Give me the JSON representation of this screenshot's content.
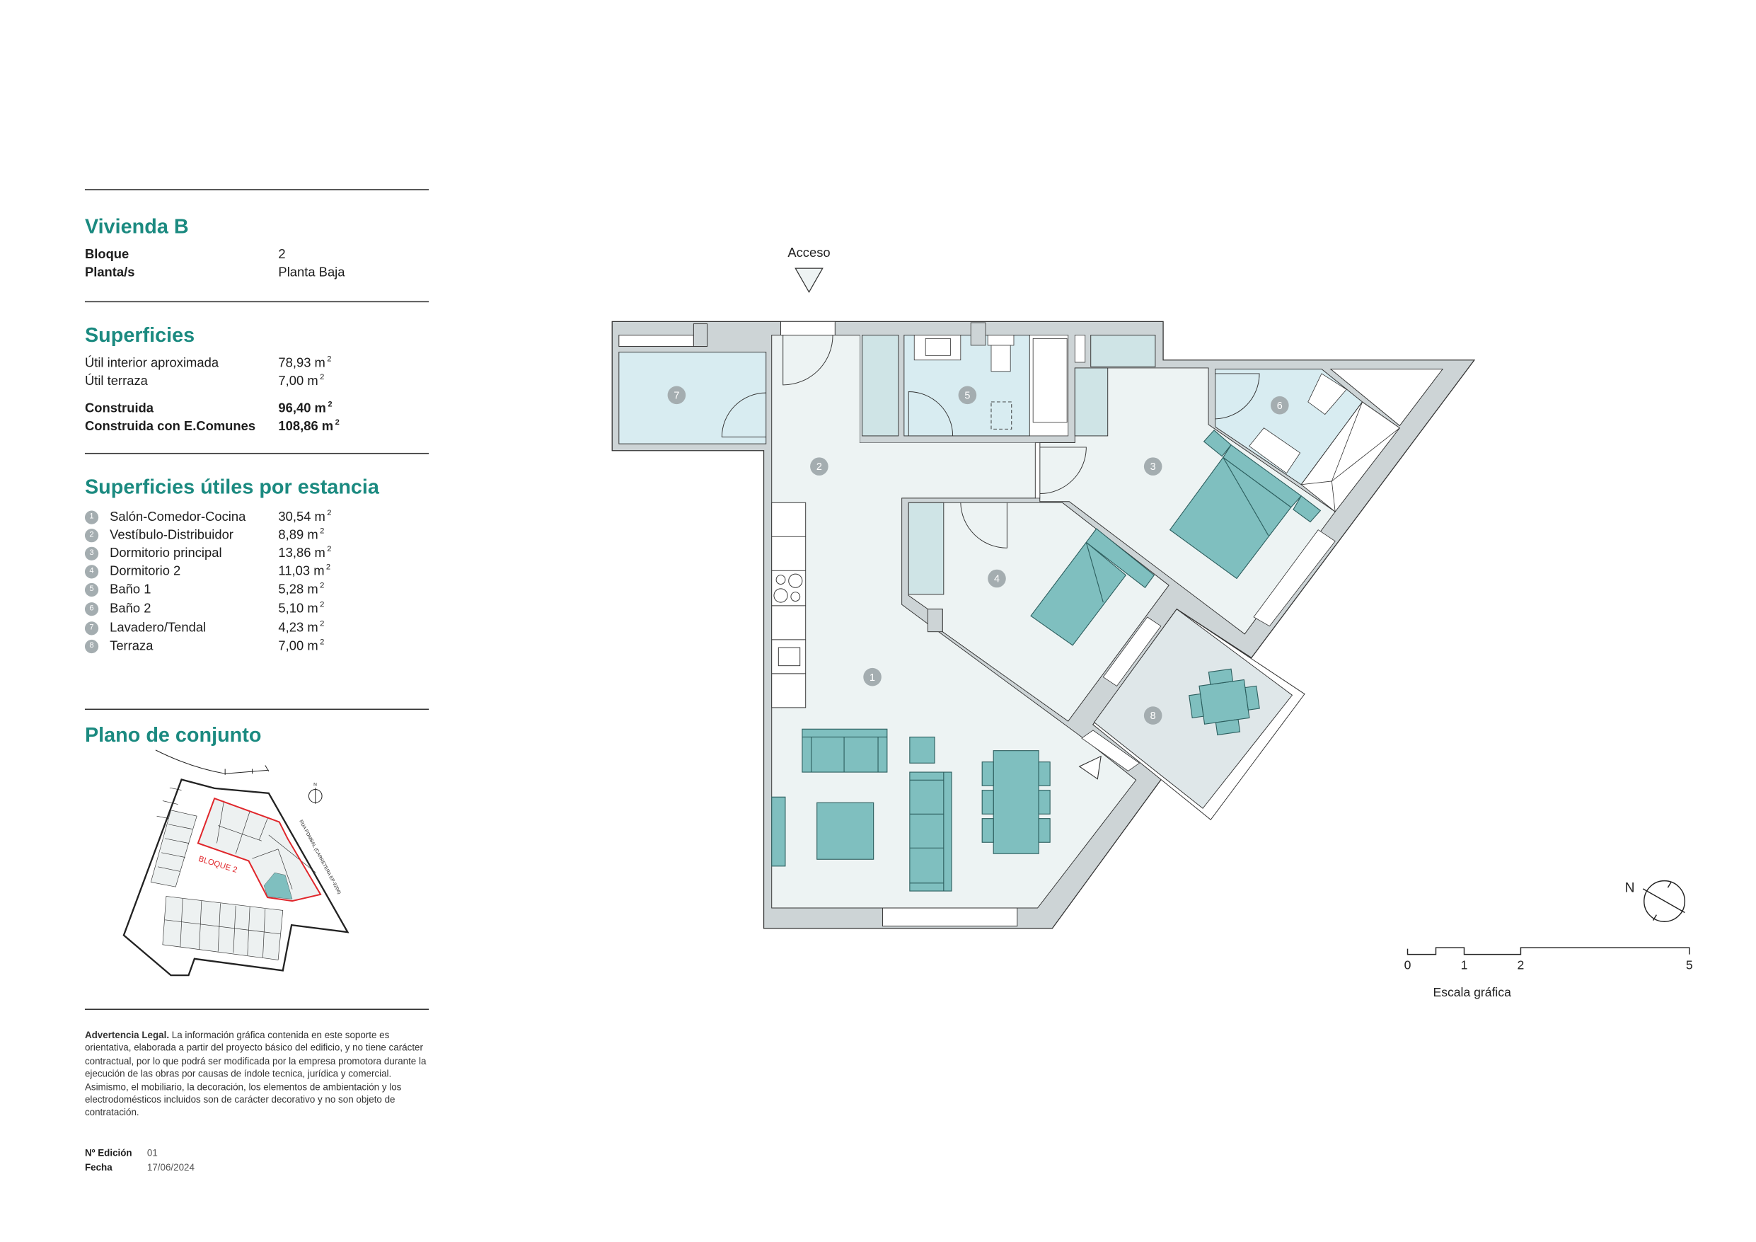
{
  "header": {
    "title": "Vivienda B",
    "bloque_label": "Bloque",
    "bloque_value": "2",
    "planta_label": "Planta/s",
    "planta_value": "Planta Baja"
  },
  "superficies": {
    "title": "Superficies",
    "rows": [
      {
        "label": "Útil interior aproximada",
        "value": "78,93 m",
        "unit_sup": "2"
      },
      {
        "label": "Útil terraza",
        "value": "7,00 m",
        "unit_sup": "2"
      },
      {
        "label": "Construida",
        "value": "96,40 m",
        "unit_sup": "2"
      },
      {
        "label": "Construida con E.Comunes",
        "value": "108,86 m",
        "unit_sup": "2"
      }
    ]
  },
  "estancias": {
    "title": "Superficies útiles por estancia",
    "items": [
      {
        "n": "1",
        "label": "Salón-Comedor-Cocina",
        "value": "30,54 m"
      },
      {
        "n": "2",
        "label": "Vestíbulo-Distribuidor",
        "value": "8,89 m"
      },
      {
        "n": "3",
        "label": "Dormitorio principal",
        "value": "13,86 m"
      },
      {
        "n": "4",
        "label": "Dormitorio 2",
        "value": "11,03 m"
      },
      {
        "n": "5",
        "label": "Baño 1",
        "value": "5,28 m"
      },
      {
        "n": "6",
        "label": "Baño 2",
        "value": "5,10 m"
      },
      {
        "n": "7",
        "label": "Lavadero/Tendal",
        "value": "4,23 m"
      },
      {
        "n": "8",
        "label": "Terraza",
        "value": "7,00 m"
      }
    ],
    "unit_sup": "2"
  },
  "plano_conjunto": {
    "title": "Plano de conjunto",
    "block_label": "BLOQUE 2",
    "street_label": "RUA POMBAL (CARRETERA EP-9204)",
    "north": "N"
  },
  "legal": {
    "heading": "Advertencia Legal.",
    "text": "La información gráfica contenida en este soporte es orientativa, elaborada a partir del proyecto básico del edificio, y no tiene carácter contractual, por lo que podrá ser modificada por la empresa promotora durante la ejecución de las obras por causas de índole tecnica, jurídica y comercial. Asimismo, el mobiliario, la decoración, los elementos de ambientación y los electrodomésticos incluidos son de carácter decorativo y no son objeto de contratación."
  },
  "edicion": {
    "label": "Nº Edición",
    "value": "01",
    "fecha_label": "Fecha",
    "fecha_value": "17/06/2024"
  },
  "plan": {
    "acceso": "Acceso",
    "rooms": [
      "1",
      "2",
      "3",
      "4",
      "5",
      "6",
      "7",
      "8"
    ]
  },
  "scale": {
    "title": "Escala gráfica",
    "ticks": [
      "0",
      "1",
      "2",
      "5"
    ],
    "north": "N"
  },
  "colors": {
    "accent": "#1b8a80",
    "furniture": "#7fbfbf",
    "wall": "#cdd4d6",
    "floor": "#edf3f3",
    "wet": "#d8ecf1",
    "site_outline": "#e0262b"
  }
}
